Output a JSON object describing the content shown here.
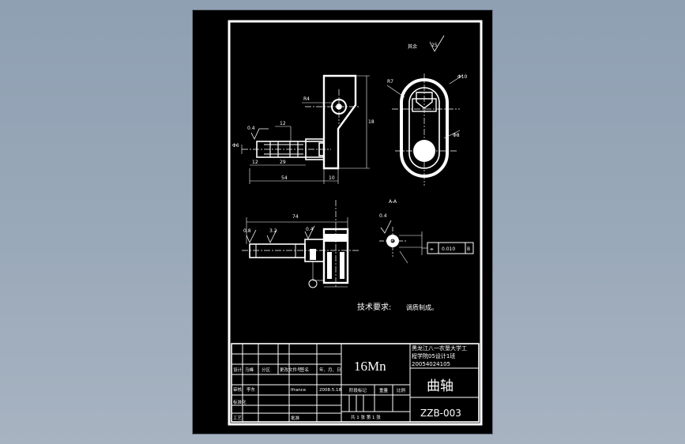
{
  "dimensions": {
    "d74": "74",
    "d54": "54",
    "d29": "29",
    "d12a": "12",
    "d12b": "12",
    "d10": "10",
    "d18": "18",
    "d08": "0.8",
    "d04a": "0.4",
    "d04b": "0.4",
    "d32": "3.2",
    "d04c": "0.4",
    "dR4": "R4",
    "dR7": "R7",
    "dPhi10": "Φ10",
    "dPhi8": "Φ8",
    "dPhi6": "Φ6"
  },
  "tolerance": {
    "symbol": "⌯",
    "value": "0.010",
    "datum": "B"
  },
  "roughness_note": {
    "label": "其余",
    "value": "25"
  },
  "section_label": "A-A",
  "tech_requirements": {
    "title": "技术要求:",
    "text": "调质制成。"
  },
  "title_block": {
    "material": "16Mn",
    "part_name": "曲轴",
    "drawing_no": "ZZB-003",
    "school_line1": "黑龙江八一农垦大学工",
    "school_line2": "程学院05设计1班",
    "student_id": "20054024105",
    "row_design": [
      "设计",
      "马峰",
      "分区",
      "更改文件号",
      "签名",
      "年、月、日"
    ],
    "row_check": [
      "审核",
      "李东",
      "",
      "Ifrance",
      "",
      "2008.5.18"
    ],
    "row_std": "标准化",
    "row_process": "工艺",
    "row_approve": "批准",
    "stage_label": "阶段标记",
    "weight_label": "重量",
    "scale_label": "比例",
    "sheet_info": "共 1 张   第 1 张"
  }
}
